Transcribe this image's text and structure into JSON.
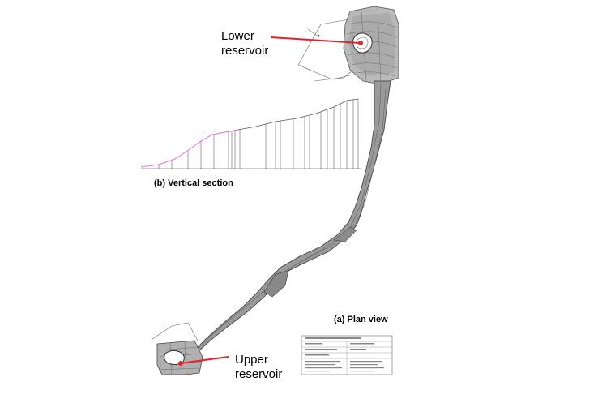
{
  "labels": {
    "lower_reservoir": [
      "Lower",
      "reservoir"
    ],
    "upper_reservoir": [
      "Upper",
      "reservoir"
    ],
    "vertical_section": "(b) Vertical section",
    "plan_view": "(a) Plan view"
  },
  "colors": {
    "pointer": "#e0222a",
    "terrain": "#8a8a8a",
    "profile_highlight": "#e070e0"
  }
}
